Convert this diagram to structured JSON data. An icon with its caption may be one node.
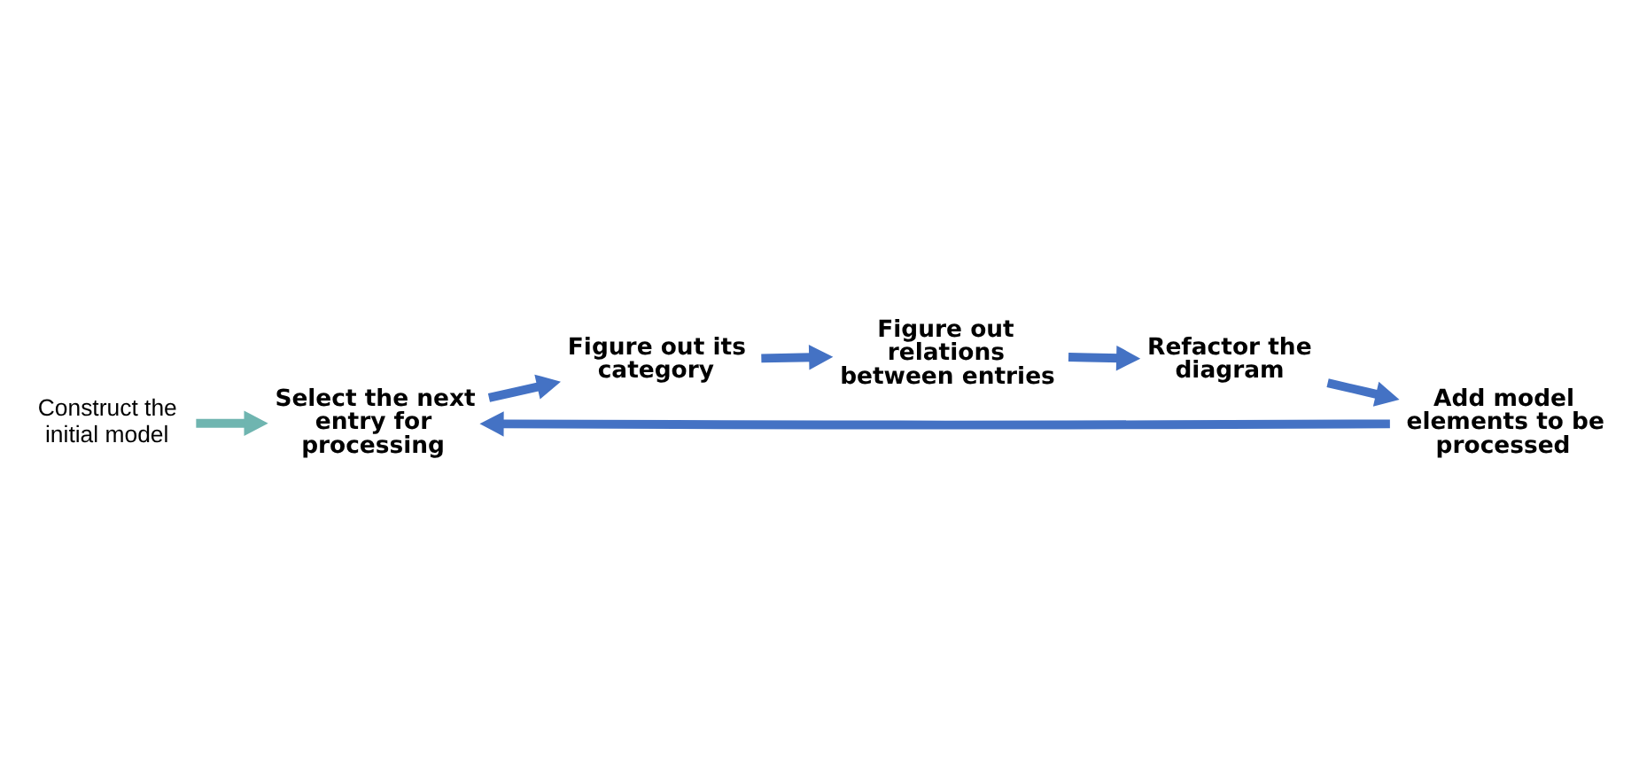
{
  "diagram": {
    "nodes": [
      {
        "text": [
          "Construct the initial model"
        ]
      },
      {
        "text": [
          "Select the next entry for processing"
        ]
      },
      {
        "text": [
          "Figure out its category"
        ]
      },
      {
        "text": [
          "Figure out relations between entries"
        ]
      },
      {
        "text": [
          "Refactor the diagram"
        ]
      },
      {
        "text": [
          "Add model elements to be processed"
        ]
      }
    ],
    "edges": [
      {
        "from": 0,
        "to": 1,
        "arrow": "to",
        "color": "#6fb5b0"
      },
      {
        "from": 1,
        "to": 2,
        "arrow": "to"
      },
      {
        "from": 2,
        "to": 3,
        "arrow": "to"
      },
      {
        "from": 3,
        "to": 4,
        "arrow": "to"
      },
      {
        "from": 4,
        "to": 5,
        "arrow": "to"
      },
      {
        "from": 5,
        "to": 1,
        "arrow": "to"
      }
    ]
  }
}
